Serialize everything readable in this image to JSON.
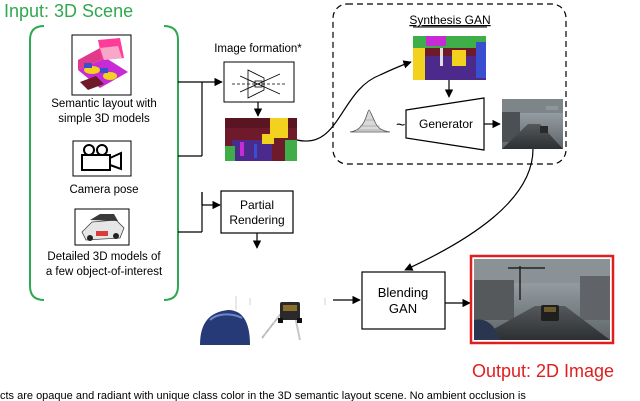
{
  "colors": {
    "input_accent": "#2fa84f",
    "output_accent": "#e01e1e",
    "semantic_yellow": "#f2d21e",
    "semantic_purple": "#4b2a8c",
    "semantic_maroon": "#6e1a2a",
    "semantic_green": "#3fae49",
    "semantic_magenta": "#c62bd6",
    "semantic_blue": "#3a4fd0"
  },
  "input": {
    "title": "Input: 3D Scene",
    "layout_label_1": "Semantic layout with",
    "layout_label_2": "simple 3D models",
    "camera_label": "Camera pose",
    "detail_label_1": "Detailed 3D models of",
    "detail_label_2": "a few object-of-interest"
  },
  "image_formation": {
    "label": "Image formation*"
  },
  "synthesis": {
    "title": "Synthesis GAN",
    "generator": "Generator",
    "tilde": "~"
  },
  "partial": {
    "label_1": "Partial",
    "label_2": "Rendering"
  },
  "blending": {
    "label_1": "Blending",
    "label_2": "GAN"
  },
  "output": {
    "title": "Output: 2D Image"
  },
  "caption": {
    "text": "cts are opaque and radiant with unique class color in the 3D semantic layout scene. No ambient occlusion is"
  },
  "icons": [
    "scene-3d-icon",
    "camera-icon",
    "car-3d-icon",
    "pinhole-projection-icon",
    "gaussian-noise-icon"
  ]
}
